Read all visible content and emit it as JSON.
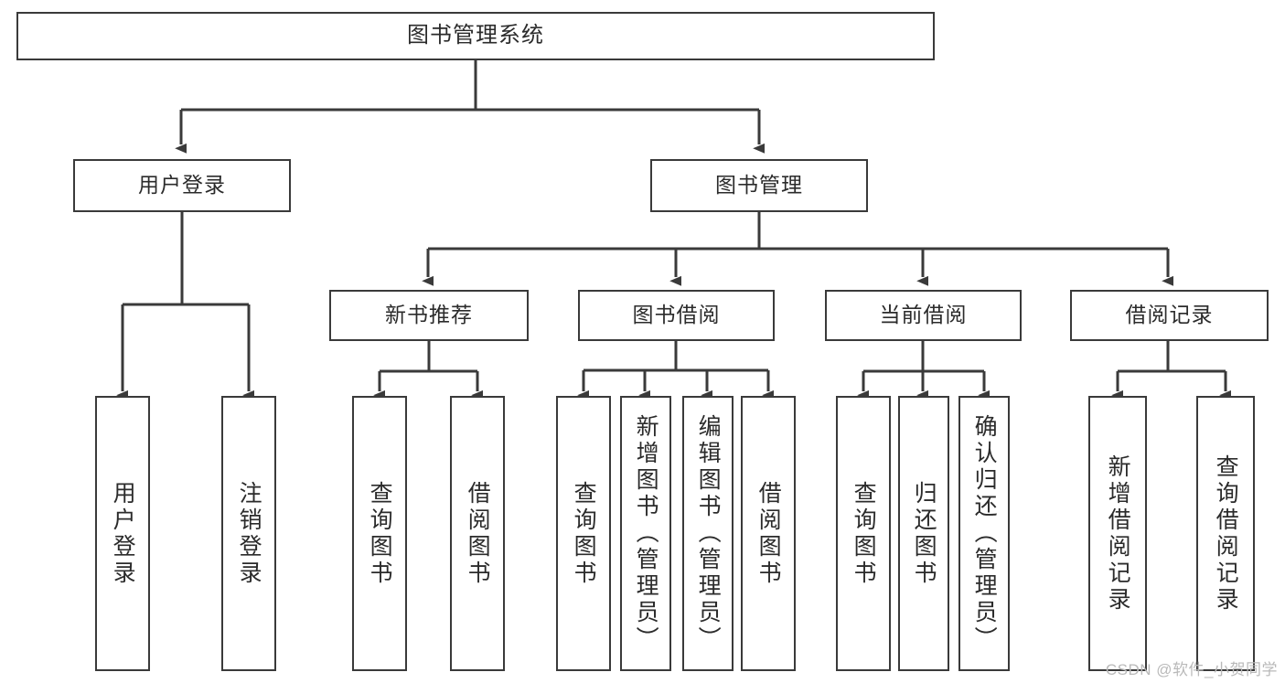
{
  "diagram": {
    "type": "tree",
    "title": "图书管理系统",
    "watermark": "CSDN @软件_小贺同学",
    "colors": {
      "stroke": "#3a3a3a",
      "text": "#2b2b2b",
      "background": "#ffffff",
      "watermark": "#b9b9b9"
    },
    "levels": {
      "root": "图书管理系统",
      "level2": [
        "用户登录",
        "图书管理"
      ],
      "level3": [
        "新书推荐",
        "图书借阅",
        "当前借阅",
        "借阅记录"
      ]
    },
    "nodes": {
      "root": "图书管理系统",
      "user_login": "用户登录",
      "book_mgmt": "图书管理",
      "new_book_rec": "新书推荐",
      "book_borrow": "图书借阅",
      "current_borrow": "当前借阅",
      "borrow_record": "借阅记录",
      "leaf_user_login": "用户登录",
      "leaf_logout": "注销登录",
      "leaf_query_book_1": "查询图书",
      "leaf_borrow_book_1": "借阅图书",
      "leaf_query_book_2": "查询图书",
      "leaf_add_book": "新增图书（管理员）",
      "leaf_edit_book": "编辑图书（管理员）",
      "leaf_borrow_book_2": "借阅图书",
      "leaf_query_book_3": "查询图书",
      "leaf_return_book": "归还图书",
      "leaf_confirm_return": "确认归还（管理员）",
      "leaf_add_record": "新增借阅记录",
      "leaf_query_record": "查询借阅记录"
    },
    "edges": [
      {
        "from": "图书管理系统",
        "to": "用户登录"
      },
      {
        "from": "图书管理系统",
        "to": "图书管理"
      },
      {
        "from": "用户登录",
        "to": "用户登录"
      },
      {
        "from": "用户登录",
        "to": "注销登录"
      },
      {
        "from": "图书管理",
        "to": "新书推荐"
      },
      {
        "from": "图书管理",
        "to": "图书借阅"
      },
      {
        "from": "图书管理",
        "to": "当前借阅"
      },
      {
        "from": "图书管理",
        "to": "借阅记录"
      },
      {
        "from": "新书推荐",
        "to": "查询图书"
      },
      {
        "from": "新书推荐",
        "to": "借阅图书"
      },
      {
        "from": "图书借阅",
        "to": "查询图书"
      },
      {
        "from": "图书借阅",
        "to": "新增图书（管理员）"
      },
      {
        "from": "图书借阅",
        "to": "编辑图书（管理员）"
      },
      {
        "from": "图书借阅",
        "to": "借阅图书"
      },
      {
        "from": "当前借阅",
        "to": "查询图书"
      },
      {
        "from": "当前借阅",
        "to": "归还图书"
      },
      {
        "from": "当前借阅",
        "to": "确认归还（管理员）"
      },
      {
        "from": "借阅记录",
        "to": "新增借阅记录"
      },
      {
        "from": "借阅记录",
        "to": "查询借阅记录"
      }
    ]
  }
}
